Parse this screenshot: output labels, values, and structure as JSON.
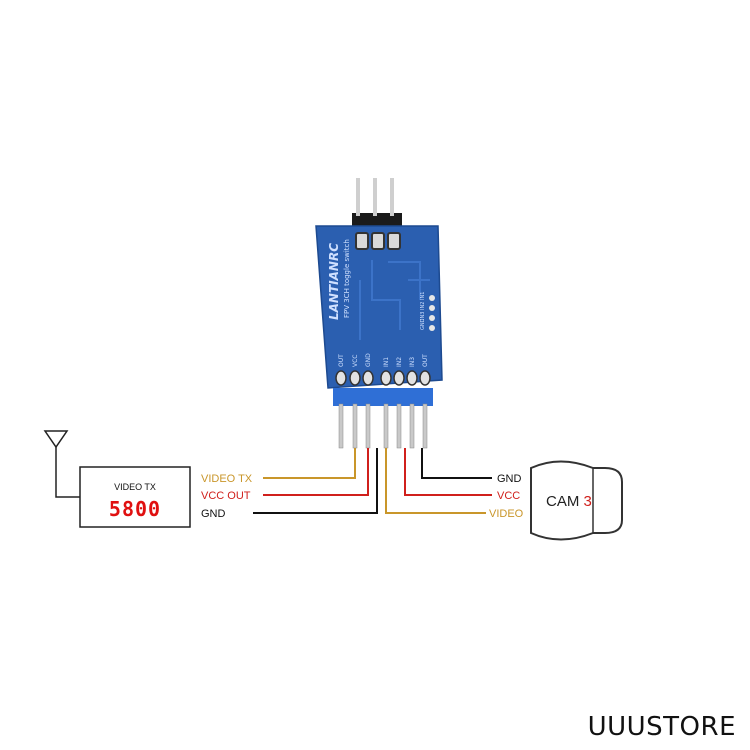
{
  "colors": {
    "video_wire": "#c9962a",
    "vcc_wire": "#d0201c",
    "gnd_wire": "#111111",
    "pcb_blue": "#2b5fb0",
    "header_blue": "#2f6fd6",
    "pin_silver": "#c9c9c9",
    "display_red": "#e01010"
  },
  "board": {
    "brand": "LANTIANRC",
    "subtitle": "FPV 3CH toggle switch",
    "pin_labels": [
      "OUT",
      "VCC",
      "GND",
      "IN1",
      "IN2",
      "IN3",
      "OUT"
    ],
    "side_labels": [
      "IN1",
      "IN2",
      "IN3",
      "GND"
    ]
  },
  "transmitter": {
    "title": "VIDEO TX",
    "display": "5800"
  },
  "left_wires": [
    {
      "label": "VIDEO TX",
      "color_key": "video_wire"
    },
    {
      "label": "VCC OUT",
      "color_key": "vcc_wire"
    },
    {
      "label": "GND",
      "color_key": "gnd_wire"
    }
  ],
  "right_wires": [
    {
      "label": "GND",
      "color_key": "gnd_wire"
    },
    {
      "label": "VCC",
      "color_key": "vcc_wire"
    },
    {
      "label": "VIDEO",
      "color_key": "video_wire"
    }
  ],
  "camera": {
    "label": "CAM",
    "number": "3"
  },
  "store": {
    "name": "UUUSTORE"
  }
}
